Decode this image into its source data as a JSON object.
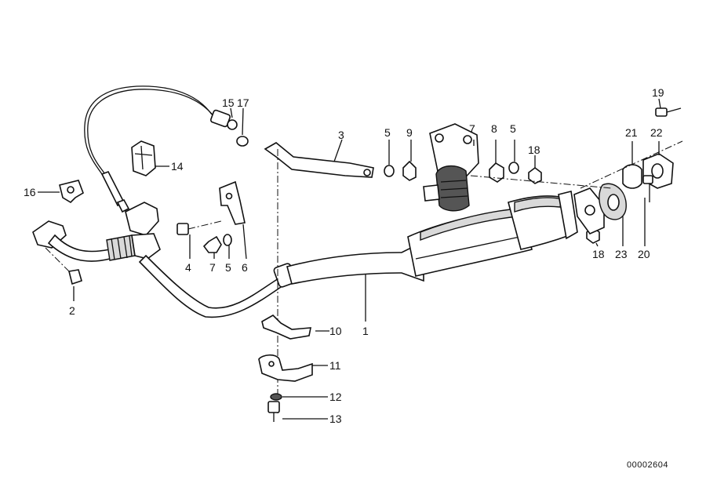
{
  "diagram": {
    "reference_number": "00002604",
    "callouts": [
      {
        "id": "c1",
        "label": "1"
      },
      {
        "id": "c2",
        "label": "2"
      },
      {
        "id": "c3",
        "label": "3"
      },
      {
        "id": "c4",
        "label": "4"
      },
      {
        "id": "c5a",
        "label": "5"
      },
      {
        "id": "c5b",
        "label": "5"
      },
      {
        "id": "c5c",
        "label": "5"
      },
      {
        "id": "c6",
        "label": "6"
      },
      {
        "id": "c7a",
        "label": "7"
      },
      {
        "id": "c7b",
        "label": "7"
      },
      {
        "id": "c8",
        "label": "8"
      },
      {
        "id": "c9",
        "label": "9"
      },
      {
        "id": "c10",
        "label": "10"
      },
      {
        "id": "c11",
        "label": "11"
      },
      {
        "id": "c12",
        "label": "12"
      },
      {
        "id": "c13",
        "label": "13"
      },
      {
        "id": "c14",
        "label": "14"
      },
      {
        "id": "c15",
        "label": "15"
      },
      {
        "id": "c16",
        "label": "16"
      },
      {
        "id": "c17",
        "label": "17"
      },
      {
        "id": "c18a",
        "label": "18"
      },
      {
        "id": "c18b",
        "label": "18"
      },
      {
        "id": "c19",
        "label": "19"
      },
      {
        "id": "c20",
        "label": "20"
      },
      {
        "id": "c21",
        "label": "21"
      },
      {
        "id": "c22",
        "label": "22"
      },
      {
        "id": "c23",
        "label": "23"
      }
    ]
  }
}
